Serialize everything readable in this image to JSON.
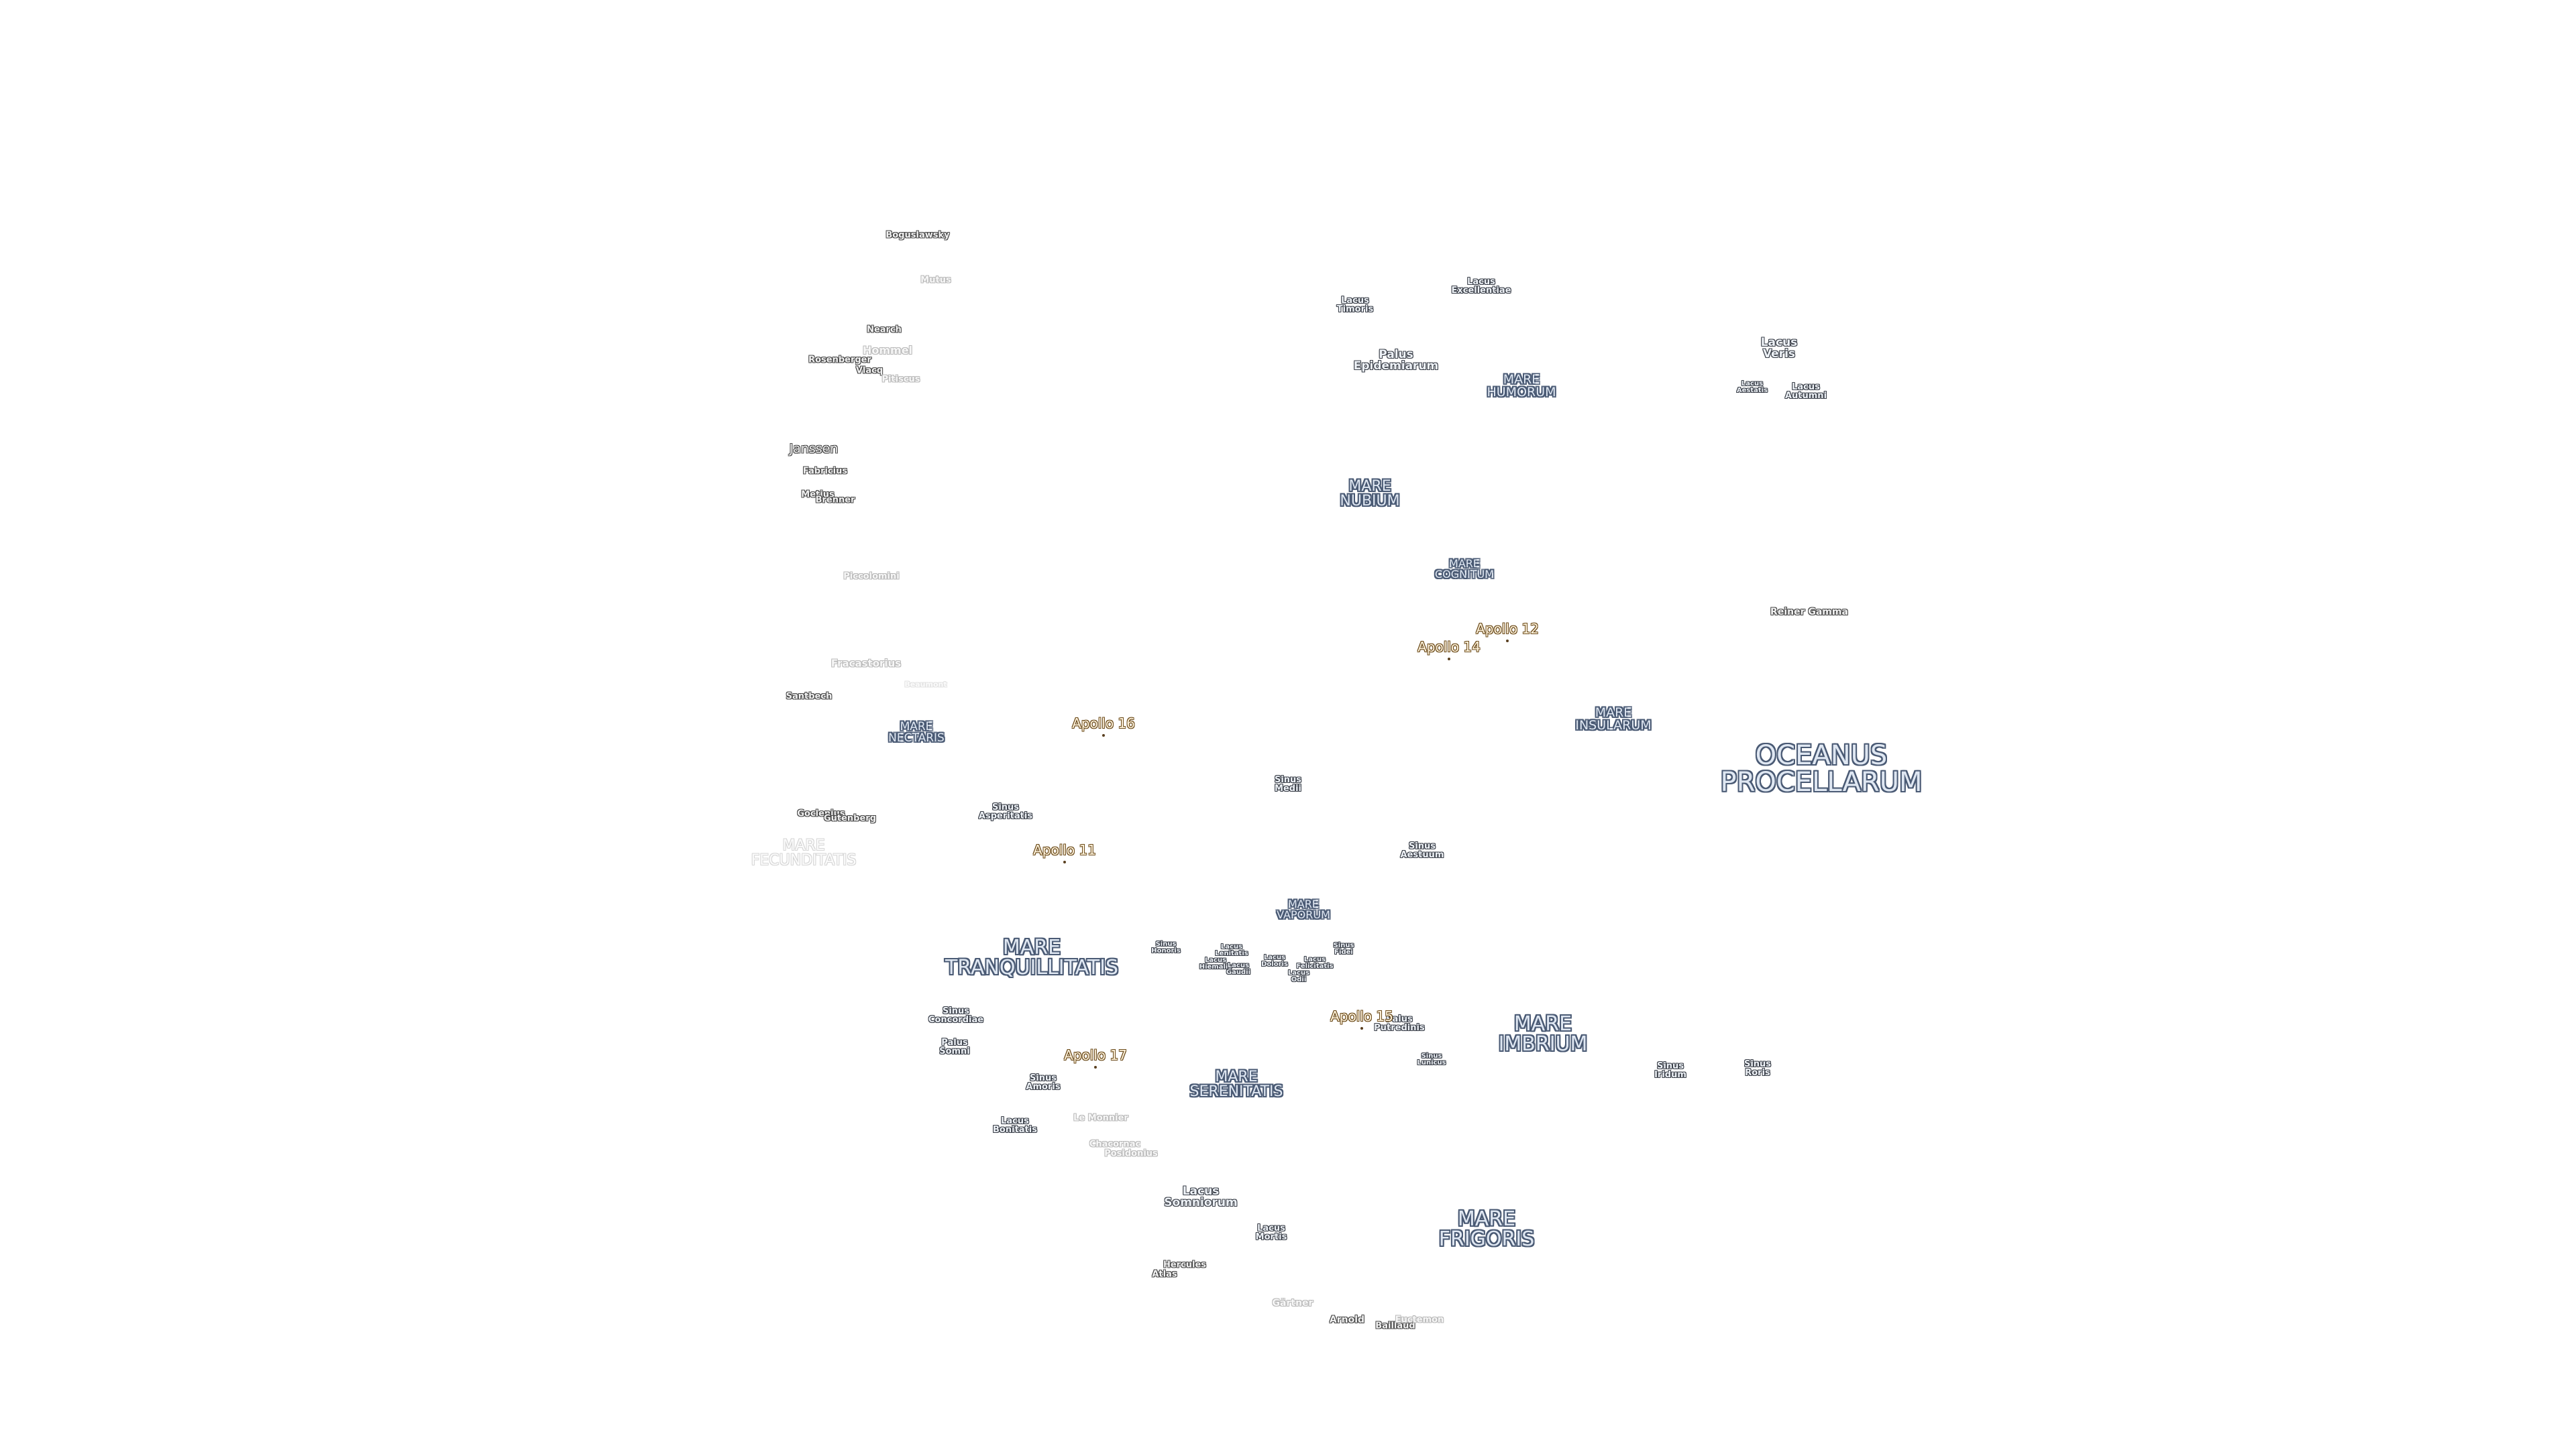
{
  "map": {
    "oceans": [
      {
        "id": "oceanus-procellarum",
        "lines": [
          "OCEANUS",
          "PROCELLARUM"
        ]
      }
    ],
    "maria": [
      {
        "id": "mare-imbrium",
        "lines": [
          "MARE",
          "IMBRIUM"
        ]
      },
      {
        "id": "mare-frigoris",
        "lines": [
          "MARE",
          "FRIGORIS"
        ]
      },
      {
        "id": "mare-tranquillitatis",
        "lines": [
          "MARE",
          "TRANQUILLITATIS"
        ]
      },
      {
        "id": "mare-serenitatis",
        "lines": [
          "MARE",
          "SERENITATIS"
        ]
      },
      {
        "id": "mare-nubium",
        "lines": [
          "MARE",
          "NUBIUM"
        ]
      },
      {
        "id": "mare-humorum",
        "lines": [
          "MARE",
          "HUMORUM"
        ]
      },
      {
        "id": "mare-cognitum",
        "lines": [
          "MARE",
          "COGNITUM"
        ]
      },
      {
        "id": "mare-insularum",
        "lines": [
          "MARE",
          "INSULARUM"
        ]
      },
      {
        "id": "mare-nectaris",
        "lines": [
          "MARE",
          "NECTARIS"
        ]
      },
      {
        "id": "mare-vaporum",
        "lines": [
          "MARE",
          "VAPORUM"
        ]
      },
      {
        "id": "mare-fecunditatis",
        "lines": [
          "MARE",
          "FECUNDITATIS"
        ]
      }
    ],
    "features": [
      {
        "id": "lacus-veris",
        "lines": [
          "Lacus",
          "Veris"
        ]
      },
      {
        "id": "lacus-autumni",
        "lines": [
          "Lacus",
          "Autumni"
        ]
      },
      {
        "id": "lacus-aestatis",
        "lines": [
          "Lacus",
          "Aestatis"
        ]
      },
      {
        "id": "lacus-excellentiae",
        "lines": [
          "Lacus",
          "Excellentiae"
        ]
      },
      {
        "id": "lacus-timoris",
        "lines": [
          "Lacus",
          "Timoris"
        ]
      },
      {
        "id": "palus-epidemiarum",
        "lines": [
          "Palus",
          "Epidemiarum"
        ]
      },
      {
        "id": "sinus-medii",
        "lines": [
          "Sinus",
          "Medii"
        ]
      },
      {
        "id": "sinus-aestuum",
        "lines": [
          "Sinus",
          "Aestuum"
        ]
      },
      {
        "id": "sinus-asperitatis",
        "lines": [
          "Sinus",
          "Asperitatis"
        ]
      },
      {
        "id": "sinus-honoris",
        "lines": [
          "Sinus",
          "Honoris"
        ]
      },
      {
        "id": "lacus-lenitatis",
        "lines": [
          "Lacus",
          "Lenitatis"
        ]
      },
      {
        "id": "lacus-hiemalis",
        "lines": [
          "Lacus",
          "Hiemalis"
        ]
      },
      {
        "id": "lacus-gaudii",
        "lines": [
          "Lacus",
          "Gaudii"
        ]
      },
      {
        "id": "lacus-doloris",
        "lines": [
          "Lacus",
          "Doloris"
        ]
      },
      {
        "id": "lacus-odii",
        "lines": [
          "Lacus",
          "Odii"
        ]
      },
      {
        "id": "lacus-felicitatis",
        "lines": [
          "Lacus",
          "Felicitatis"
        ]
      },
      {
        "id": "sinus-fidei",
        "lines": [
          "Sinus",
          "Fidei"
        ]
      },
      {
        "id": "palus-putredinis",
        "lines": [
          "Palus",
          "Putredinis"
        ]
      },
      {
        "id": "sinus-lunicus",
        "lines": [
          "Sinus",
          "Lunicus"
        ]
      },
      {
        "id": "sinus-iridum",
        "lines": [
          "Sinus",
          "Iridum"
        ]
      },
      {
        "id": "sinus-roris",
        "lines": [
          "Sinus",
          "Roris"
        ]
      },
      {
        "id": "sinus-concordiae",
        "lines": [
          "Sinus",
          "Concordiae"
        ]
      },
      {
        "id": "palus-somni",
        "lines": [
          "Palus",
          "Somni"
        ]
      },
      {
        "id": "sinus-amoris",
        "lines": [
          "Sinus",
          "Amoris"
        ]
      },
      {
        "id": "lacus-bonitatis",
        "lines": [
          "Lacus",
          "Bonitatis"
        ]
      },
      {
        "id": "lacus-somniorum",
        "lines": [
          "Lacus",
          "Somniorum"
        ]
      },
      {
        "id": "lacus-mortis",
        "lines": [
          "Lacus",
          "Mortis"
        ]
      }
    ],
    "craters": [
      {
        "id": "boguslawsky",
        "name": "Boguslawsky",
        "style": "dark"
      },
      {
        "id": "mutus",
        "name": "Mutus",
        "style": "faint"
      },
      {
        "id": "hommel",
        "name": "Hommel",
        "style": "faint"
      },
      {
        "id": "nearch",
        "name": "Nearch",
        "style": "dark"
      },
      {
        "id": "rosenberger",
        "name": "Rosenberger",
        "style": "dark"
      },
      {
        "id": "vlacq",
        "name": "Vlacq",
        "style": "dark"
      },
      {
        "id": "pitiscus",
        "name": "Pitiscus",
        "style": "faint"
      },
      {
        "id": "janssen",
        "name": "Janssen",
        "style": "large"
      },
      {
        "id": "fabricius",
        "name": "Fabricius",
        "style": "dark"
      },
      {
        "id": "metius",
        "name": "Metius",
        "style": "dark"
      },
      {
        "id": "brenner",
        "name": "Brenner",
        "style": "dark"
      },
      {
        "id": "piccolomini",
        "name": "Piccolomini",
        "style": "faint"
      },
      {
        "id": "fracastorius",
        "name": "Fracastorius",
        "style": "faint"
      },
      {
        "id": "beaumont",
        "name": "Beaumont",
        "style": "ghost"
      },
      {
        "id": "santbech",
        "name": "Santbech",
        "style": "dark"
      },
      {
        "id": "goclenius",
        "name": "Goclenius",
        "style": "dark"
      },
      {
        "id": "gutenberg",
        "name": "Gutenberg",
        "style": "dark"
      },
      {
        "id": "reiner-gamma",
        "name": "Reiner Gamma",
        "style": "dark"
      },
      {
        "id": "le-monnier",
        "name": "Le Monnier",
        "style": "faint"
      },
      {
        "id": "chacornac",
        "name": "Chacornac",
        "style": "faint"
      },
      {
        "id": "posidonius",
        "name": "Posidonius",
        "style": "faint"
      },
      {
        "id": "hercules",
        "name": "Hercules",
        "style": "dark"
      },
      {
        "id": "atlas",
        "name": "Atlas",
        "style": "dark"
      },
      {
        "id": "gartner",
        "name": "Gärtner",
        "style": "faint"
      },
      {
        "id": "arnold",
        "name": "Arnold",
        "style": "dark"
      },
      {
        "id": "baillaud",
        "name": "Baillaud",
        "style": "dark"
      },
      {
        "id": "euctemon",
        "name": "Euctemon",
        "style": "faint"
      }
    ],
    "apollo_sites": [
      {
        "id": "apollo-11",
        "name": "Apollo 11"
      },
      {
        "id": "apollo-12",
        "name": "Apollo 12"
      },
      {
        "id": "apollo-14",
        "name": "Apollo 14"
      },
      {
        "id": "apollo-15",
        "name": "Apollo 15"
      },
      {
        "id": "apollo-16",
        "name": "Apollo 16"
      },
      {
        "id": "apollo-17",
        "name": "Apollo 17"
      }
    ],
    "colors": {
      "background": "#ffffff",
      "sea_outline": "#4a5a74",
      "feature_outline": "#3a3f48",
      "apollo_outline": "#6a4a1a"
    }
  }
}
